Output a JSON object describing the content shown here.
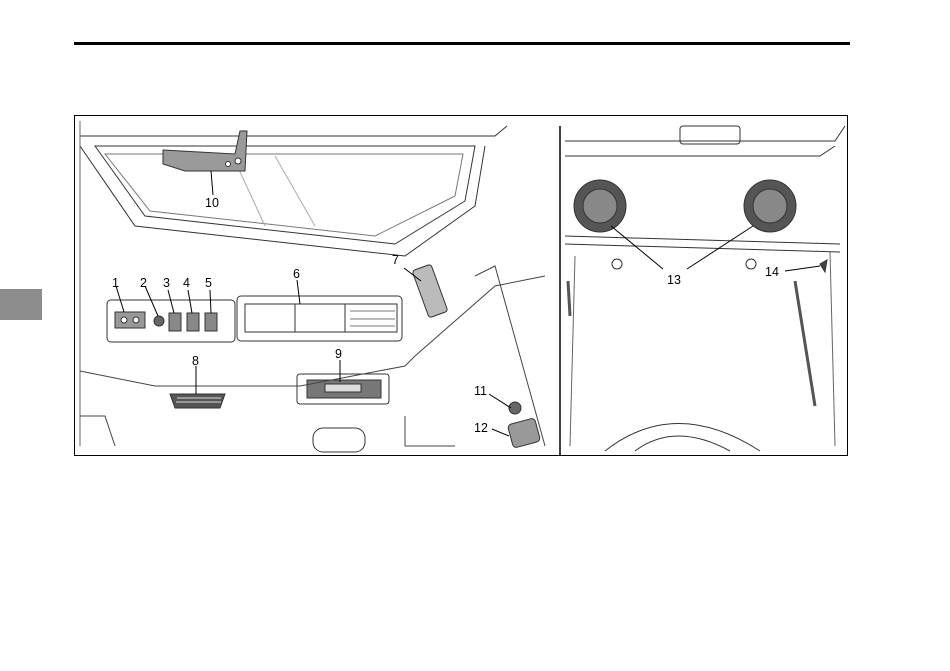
{
  "document": {
    "section_tab_color": "#8c8c8c",
    "rule_color": "#000000"
  },
  "figure": {
    "left_view": {
      "callouts": [
        "1",
        "2",
        "3",
        "4",
        "5",
        "6",
        "7",
        "8",
        "9",
        "10",
        "11",
        "12"
      ]
    },
    "right_view": {
      "callouts": [
        "13",
        "14"
      ]
    }
  }
}
